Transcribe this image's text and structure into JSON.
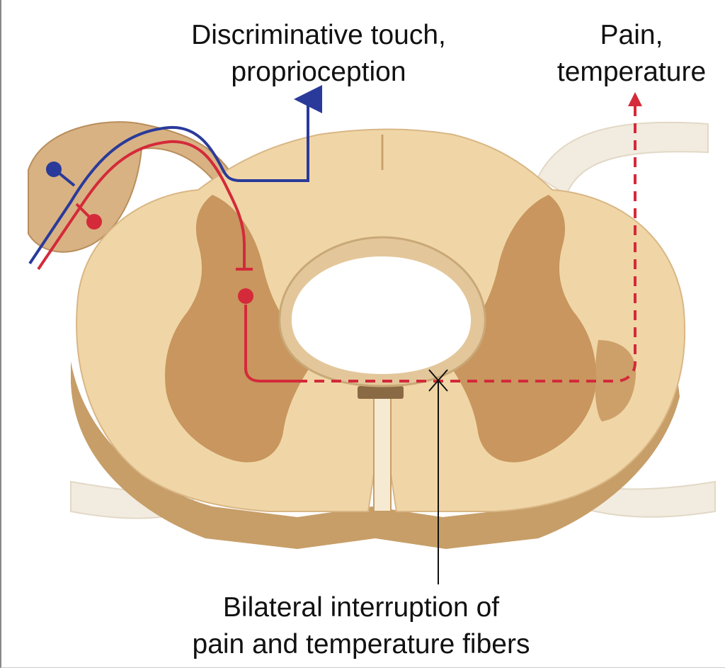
{
  "labels": {
    "touch_line1": "Discriminative touch,",
    "touch_line2": "proprioception",
    "pain_line1": "Pain,",
    "pain_line2": "temperature",
    "bottom_line1": "Bilateral interruption of",
    "bottom_line2": "pain and temperature fibers"
  },
  "colors": {
    "white_matter": "#f0d6a6",
    "white_matter_shadow": "#c79e68",
    "gray_matter": "#c8965e",
    "nerve_root": "#f2ece0",
    "touch_pathway": "#2a3a9a",
    "pain_pathway": "#d42a3a",
    "lesion_marker": "#111111"
  },
  "icons": {
    "lesion": "x-mark-icon",
    "arrow": "arrow-up-icon"
  }
}
